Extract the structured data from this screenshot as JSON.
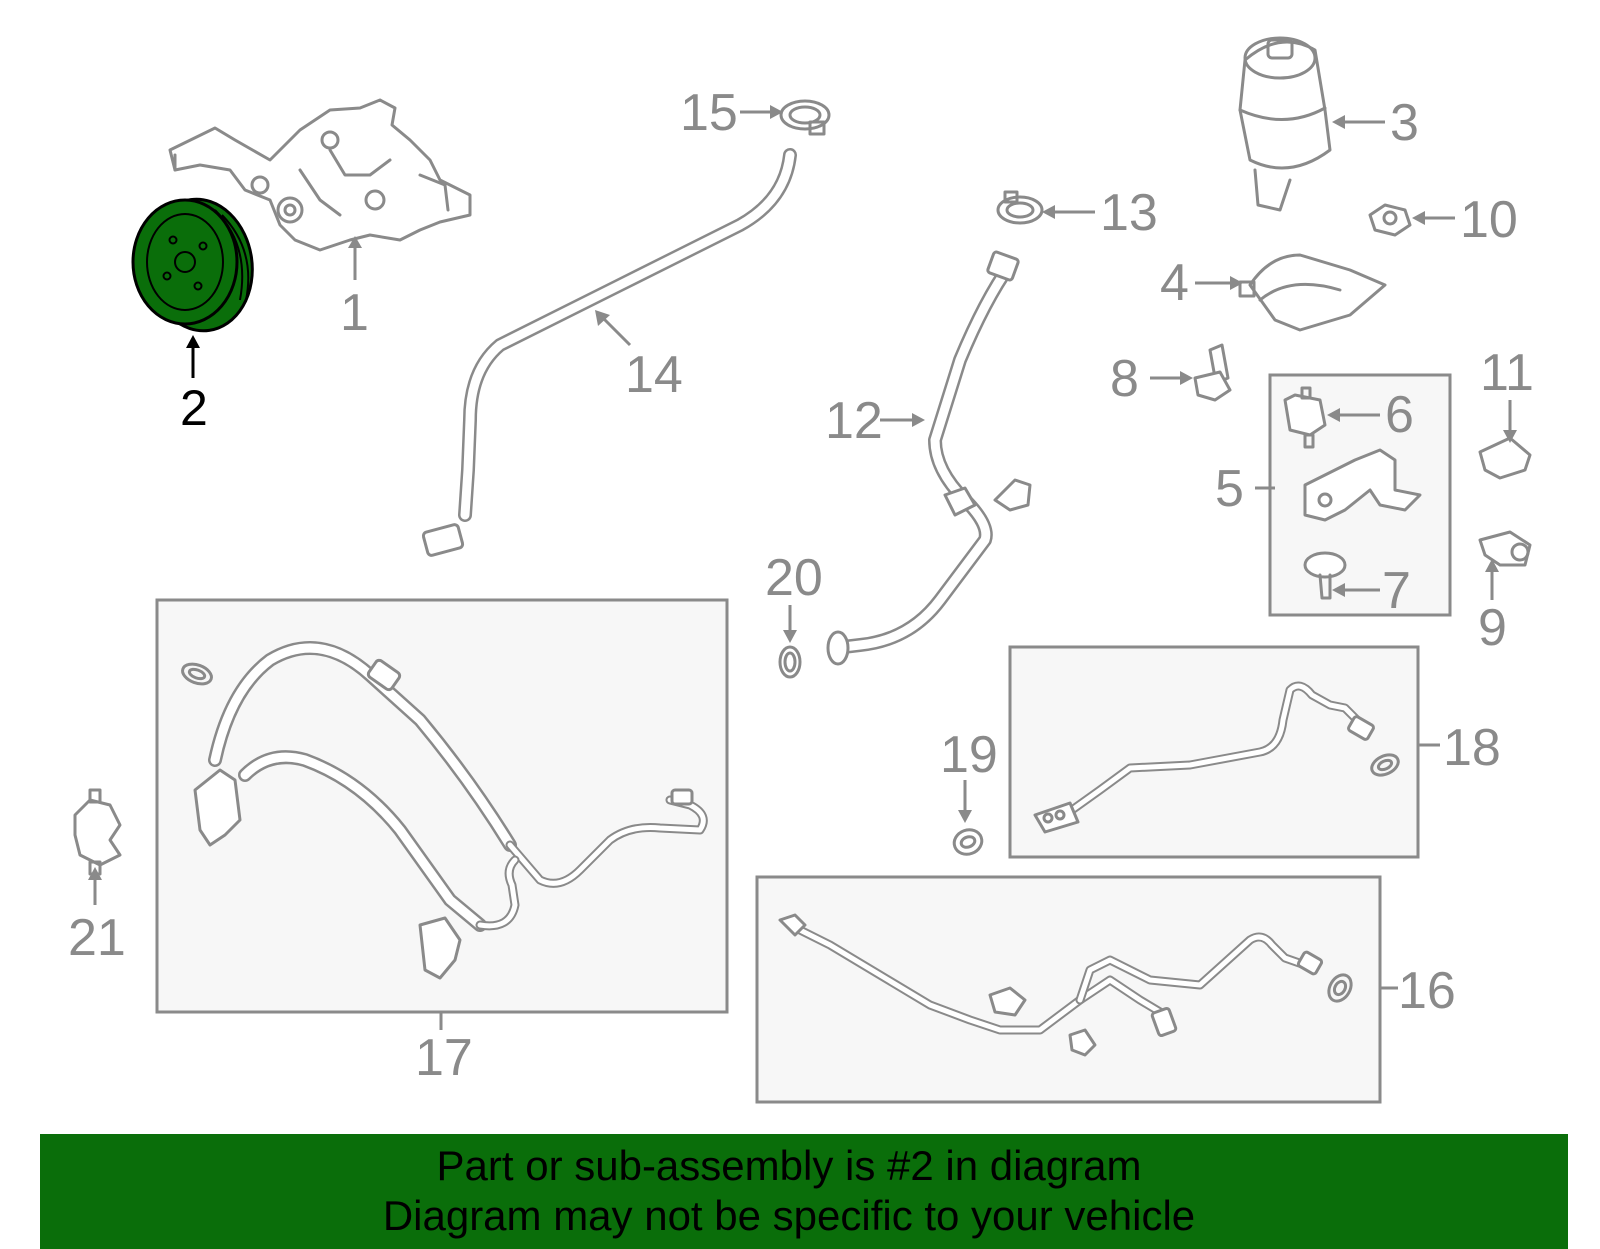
{
  "diagram": {
    "callouts": {
      "c1": "1",
      "c2": "2",
      "c3": "3",
      "c4": "4",
      "c5": "5",
      "c6": "6",
      "c7": "7",
      "c8": "8",
      "c9": "9",
      "c10": "10",
      "c11": "11",
      "c12": "12",
      "c13": "13",
      "c14": "14",
      "c15": "15",
      "c16": "16",
      "c17": "17",
      "c18": "18",
      "c19": "19",
      "c20": "20",
      "c21": "21"
    },
    "highlighted_part": "2",
    "colors": {
      "highlight": "#0a6e0a",
      "part_line": "#8a8a8a",
      "banner_bg": "#0a6e0a"
    }
  },
  "banner": {
    "line1": "Part or sub-assembly is #2 in diagram",
    "line2": "Diagram may not be specific to your vehicle"
  }
}
